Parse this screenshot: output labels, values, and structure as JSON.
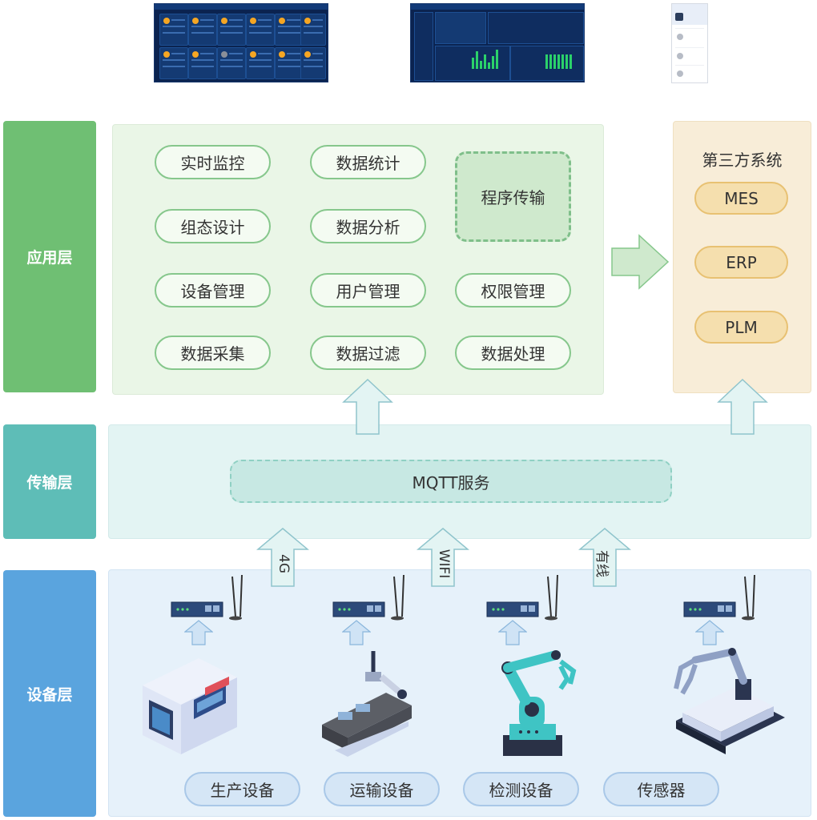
{
  "layers": {
    "application": "应用层",
    "transport": "传输层",
    "device": "设备层"
  },
  "app_functions": [
    "实时监控",
    "数据统计",
    "程序传输",
    "组态设计",
    "数据分析",
    "设备管理",
    "用户管理",
    "权限管理",
    "数据采集",
    "数据过滤",
    "数据处理"
  ],
  "third_party": {
    "title": "第三方系统",
    "systems": [
      "MES",
      "ERP",
      "PLM"
    ]
  },
  "transport": {
    "service": "MQTT服务",
    "links": [
      "4G",
      "WIFI",
      "有线"
    ]
  },
  "devices": [
    "生产设备",
    "运输设备",
    "检测设备",
    "传感器"
  ],
  "colors": {
    "app_label": "#6fbf73",
    "transport_label": "#5ebdb7",
    "device_label": "#5aa4de",
    "app_panel": "#eaf6e7",
    "third_panel": "#f8edd8",
    "transport_panel": "#e3f4f3",
    "device_panel": "#e6f1fa",
    "arrow_fill": "#d7ecf0",
    "arrow_stroke": "#8fc4cc"
  }
}
